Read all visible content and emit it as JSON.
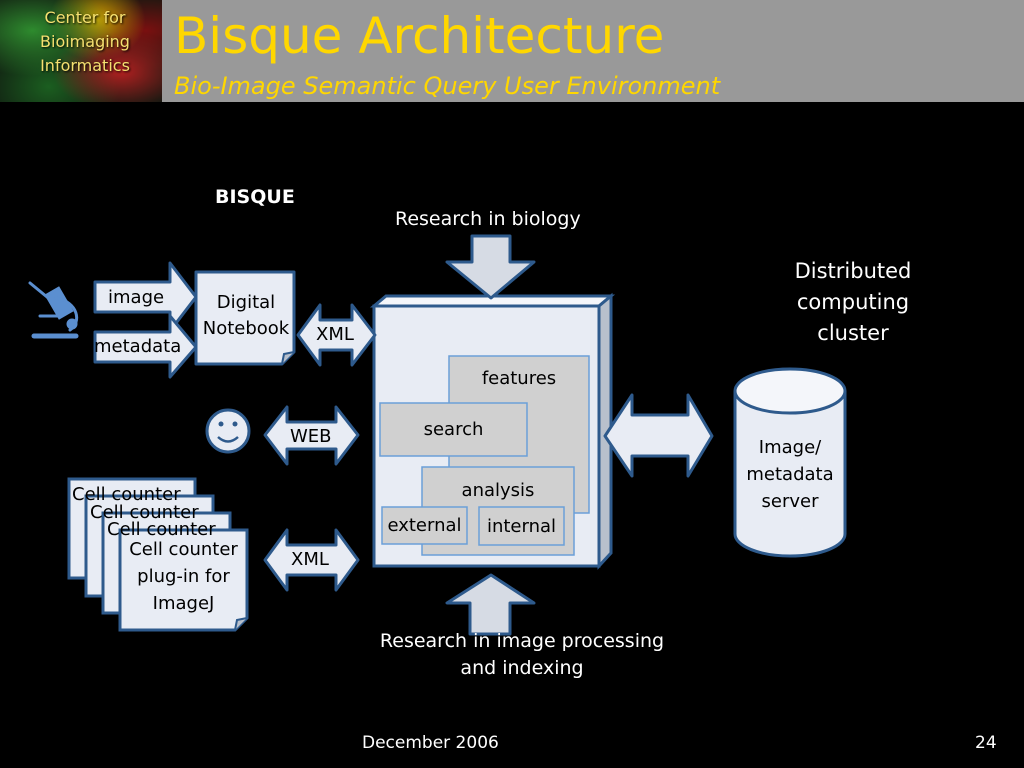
{
  "header": {
    "logo_lines": [
      "Center for",
      "Bioimaging",
      "Informatics"
    ],
    "title": "Bisque Architecture",
    "subtitle": "Bio-Image Semantic Query User Environment"
  },
  "diagram": {
    "bisque_label": "BISQUE",
    "research_biology": "Research in biology",
    "research_processing_lines": [
      "Research in image processing",
      "and indexing"
    ],
    "input_arrows": {
      "image": "image",
      "metadata": "metadata"
    },
    "digital_notebook_lines": [
      "Digital",
      "Notebook"
    ],
    "connectors": {
      "xml_top": "XML",
      "web": "WEB",
      "xml_bottom": "XML"
    },
    "modules": {
      "features": "features",
      "search": "search",
      "analysis": "analysis",
      "external": "external",
      "internal": "internal"
    },
    "plugin_stack": {
      "back_label": "Cell counter",
      "front_lines": [
        "Cell counter",
        "plug-in for",
        "ImageJ"
      ]
    },
    "cluster_lines": [
      "Distributed",
      "computing",
      "cluster"
    ],
    "server_lines": [
      "Image/",
      "metadata",
      "server"
    ],
    "icons": {
      "microscope": "microscope-icon",
      "user": "smiley-face-icon"
    }
  },
  "footer": {
    "date": "December 2006",
    "page": "24"
  },
  "colors": {
    "header_bar": "#999999",
    "title_text": "#ffd700",
    "background": "#000000",
    "shape_fill": "#e8ecf4",
    "shape_stroke": "#2e5a8c",
    "module_fill": "#d0d0d0",
    "module_stroke": "#6a9fd8"
  }
}
